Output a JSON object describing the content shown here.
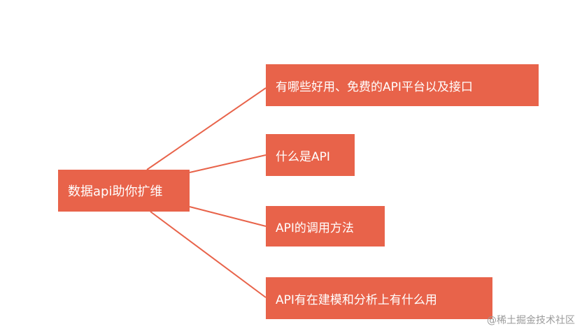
{
  "mindmap": {
    "root": "数据api助你扩维",
    "children": [
      "有哪些好用、免费的API平台以及接口",
      "什么是API",
      "API的调用方法",
      "API有在建模和分析上有什么用"
    ]
  },
  "watermark": "@稀土掘金技术社区",
  "colors": {
    "node": "#e8634a",
    "link": "#e8634a",
    "text": "#ffffff"
  }
}
